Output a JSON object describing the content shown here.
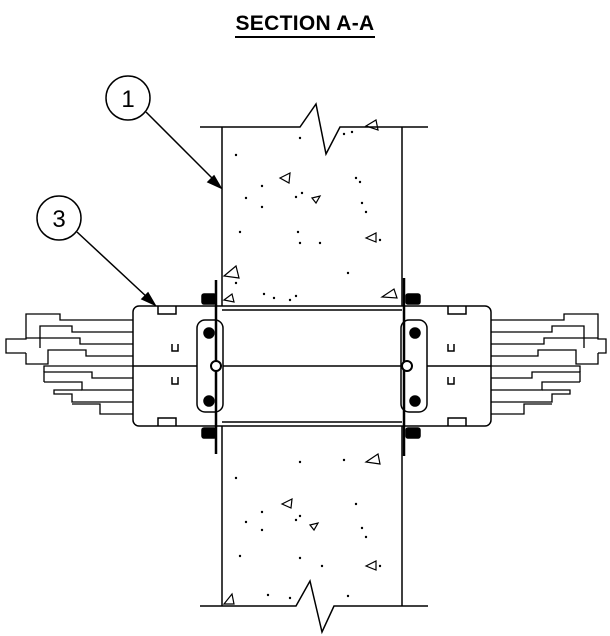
{
  "title": "SECTION A-A",
  "callouts": [
    {
      "number": "1"
    },
    {
      "number": "3"
    }
  ],
  "colors": {
    "line": "#000000",
    "background": "#ffffff"
  }
}
